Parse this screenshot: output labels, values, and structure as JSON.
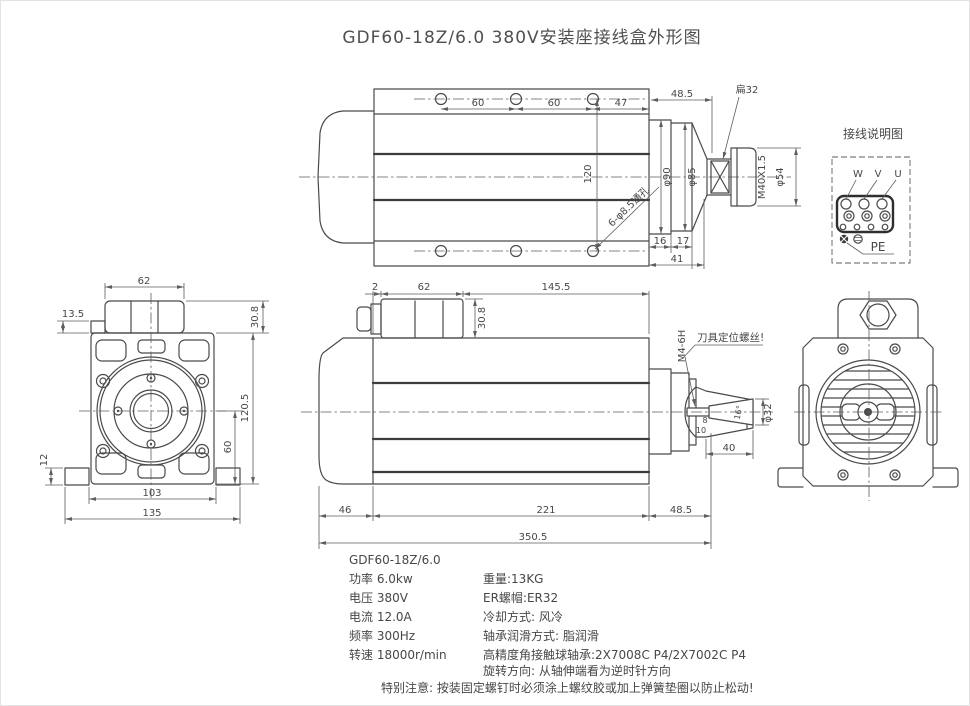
{
  "title": "GDF60-18Z/6.0 380V安装座接线盒外形图",
  "top_view": {
    "hole_pitch_1": "60",
    "hole_pitch_2": "60",
    "hole_edge": "47",
    "shaft_section_len": "48.5",
    "flat_note": "扁32",
    "dia_90": "φ90",
    "dia_85": "φ85",
    "thread": "M40X1.5",
    "dia_54": "φ54",
    "hole_row_span": "120",
    "holes_note": "6-φ8.5通孔",
    "d16": "16",
    "d17": "17",
    "d41": "41"
  },
  "wiring": {
    "title": "接线说明图",
    "w": "W",
    "v": "V",
    "u": "U",
    "pe": "PE"
  },
  "front_view": {
    "box_w": "62",
    "step_h": "13.5",
    "box_h": "30.8",
    "body_h": "120.5",
    "center_to_base": "60",
    "foot_h": "12",
    "foot_pitch": "103",
    "base_w": "135"
  },
  "side_view": {
    "gap": "2",
    "box_w": "62",
    "body_rest": "145.5",
    "box_h": "30.8",
    "set_screw": "M4-6H",
    "tool_screw_note": "刀具定位螺丝!",
    "taper_angle": "16°",
    "dia_32": "φ32",
    "d8": "8",
    "d10": "10",
    "nose_len": "40",
    "fan_len": "46",
    "body_len": "221",
    "shaft_len": "48.5",
    "total_len": "350.5"
  },
  "specs": {
    "model": "GDF60-18Z/6.0",
    "power": "功率 6.0kw",
    "voltage": "电压 380V",
    "current": "电流 12.0A",
    "frequency": "频率 300Hz",
    "speed": "转速 18000r/min",
    "weight": "重量:13KG",
    "er_nut": "ER螺帽:ER32",
    "cooling": "冷却方式: 风冷",
    "lubrication": "轴承润滑方式: 脂润滑",
    "bearings": "高精度角接触球轴承:2X7008C P4/2X7002C P4",
    "rotation": "旋转方向: 从轴伸端看为逆时针方向",
    "warning": "特别注意: 按装固定螺钉时必须涂上螺纹胶或加上弹簧垫圈以防止松动!"
  },
  "colors": {
    "line": "#4a4a4a",
    "text": "#474747",
    "background": "#ffffff"
  }
}
